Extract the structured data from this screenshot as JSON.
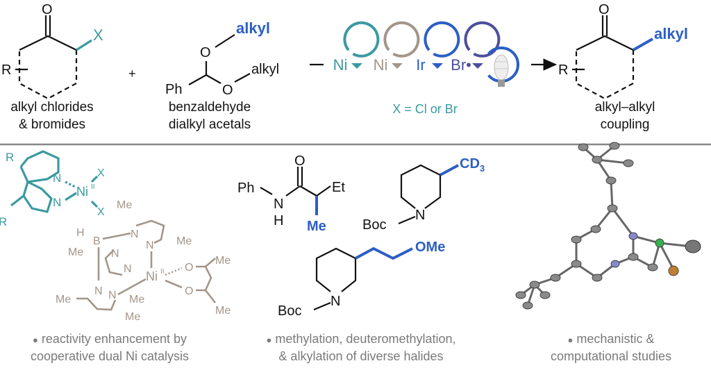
{
  "colors": {
    "teal": "#3a9aa0",
    "taupe": "#a39589",
    "blue": "#2c5fc4",
    "purple": "#4d4f9c",
    "caption": "#7a7a7a"
  },
  "reactants": {
    "halide": {
      "carbonyl_o": "O",
      "r": "R",
      "x": "X",
      "label_line1": "alkyl chlorides",
      "label_line2": "& bromides"
    },
    "plus": "+",
    "acetal": {
      "o_top": "O",
      "o_right": "O",
      "alkyl_top": "alkyl",
      "alkyl_right": "alkyl",
      "ph": "Ph",
      "label_line1": "benzaldehyde",
      "label_line2": "dialkyl acetals"
    }
  },
  "catalysis": {
    "cycles": [
      {
        "label": "Ni",
        "color": "#3a9aa0"
      },
      {
        "label": "Ni",
        "color": "#a39589"
      },
      {
        "label": "Ir",
        "color": "#2c5fc4"
      },
      {
        "label": "Br•",
        "color": "#4d4f9c"
      },
      {
        "label": "",
        "icon": "light-bulb-icon",
        "color": "#2c5fc4"
      }
    ],
    "condition": "X = Cl or Br"
  },
  "product": {
    "carbonyl_o": "O",
    "r": "R",
    "alkyl": "alkyl",
    "label_line1": "alkyl–alkyl",
    "label_line2": "coupling"
  },
  "complexes": {
    "bipy": {
      "r1": "R",
      "r2": "R",
      "n1": "N",
      "n2": "N",
      "ni": "Ni",
      "ox": "II",
      "x1": "X",
      "x2": "X"
    },
    "tp": {
      "h": "H",
      "b": "B",
      "me": "Me",
      "n": "N",
      "ni": "Ni",
      "ox": "II",
      "o": "O"
    }
  },
  "products": {
    "amide": {
      "ph": "Ph",
      "n": "N",
      "h": "H",
      "o": "O",
      "et": "Et",
      "me": "Me"
    },
    "cd3": {
      "boc": "Boc",
      "n": "N",
      "cd3": "CD",
      "sub": "3"
    },
    "ome": {
      "boc": "Boc",
      "n": "N",
      "ome": "OMe"
    }
  },
  "captions": [
    {
      "line1": "reactivity enhancement by",
      "line2": "cooperative dual Ni catalysis"
    },
    {
      "line1": "methylation, deuteromethylation,",
      "line2": "& alkylation of diverse halides"
    },
    {
      "line1": "mechanistic &",
      "line2": "computational studies"
    }
  ],
  "bullet": "●"
}
